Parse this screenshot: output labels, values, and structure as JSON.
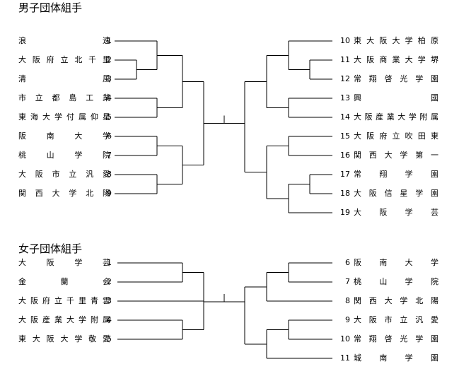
{
  "sections": [
    {
      "title": "男子団体組手",
      "left": [
        {
          "seed": "1",
          "name": "浪速"
        },
        {
          "seed": "2",
          "name": "大阪府立北千里"
        },
        {
          "seed": "3",
          "name": "清風"
        },
        {
          "seed": "4",
          "name": "市立都島工業"
        },
        {
          "seed": "5",
          "name": "東海大学付属仰星"
        },
        {
          "seed": "6",
          "name": "阪南大学"
        },
        {
          "seed": "7",
          "name": "桃山学院"
        },
        {
          "seed": "8",
          "name": "大阪市立汎愛"
        },
        {
          "seed": "9",
          "name": "関西大学北陽"
        }
      ],
      "right": [
        {
          "seed": "10",
          "name": "東大阪大学柏原"
        },
        {
          "seed": "11",
          "name": "大阪商業大学堺"
        },
        {
          "seed": "12",
          "name": "常翔啓光学園"
        },
        {
          "seed": "13",
          "name": "興國"
        },
        {
          "seed": "14",
          "name": "大阪産業大学附属"
        },
        {
          "seed": "15",
          "name": "大阪府立吹田東"
        },
        {
          "seed": "16",
          "name": "関西大学第一"
        },
        {
          "seed": "17",
          "name": "常翔学園"
        },
        {
          "seed": "18",
          "name": "大阪信星学園"
        },
        {
          "seed": "19",
          "name": "大阪学芸"
        }
      ]
    },
    {
      "title": "女子団体組手",
      "left": [
        {
          "seed": "1",
          "name": "大阪学芸"
        },
        {
          "seed": "2",
          "name": "金蘭会"
        },
        {
          "seed": "3",
          "name": "大阪府立千里青雲"
        },
        {
          "seed": "4",
          "name": "大阪産業大学附属"
        },
        {
          "seed": "5",
          "name": "東大阪大学敬愛"
        }
      ],
      "right": [
        {
          "seed": "6",
          "name": "阪南大学"
        },
        {
          "seed": "7",
          "name": "桃山学院"
        },
        {
          "seed": "8",
          "name": "関西大学北陽"
        },
        {
          "seed": "9",
          "name": "大阪市立汎愛"
        },
        {
          "seed": "10",
          "name": "常翔啓光学園"
        },
        {
          "seed": "11",
          "name": "城南学園"
        }
      ]
    }
  ]
}
